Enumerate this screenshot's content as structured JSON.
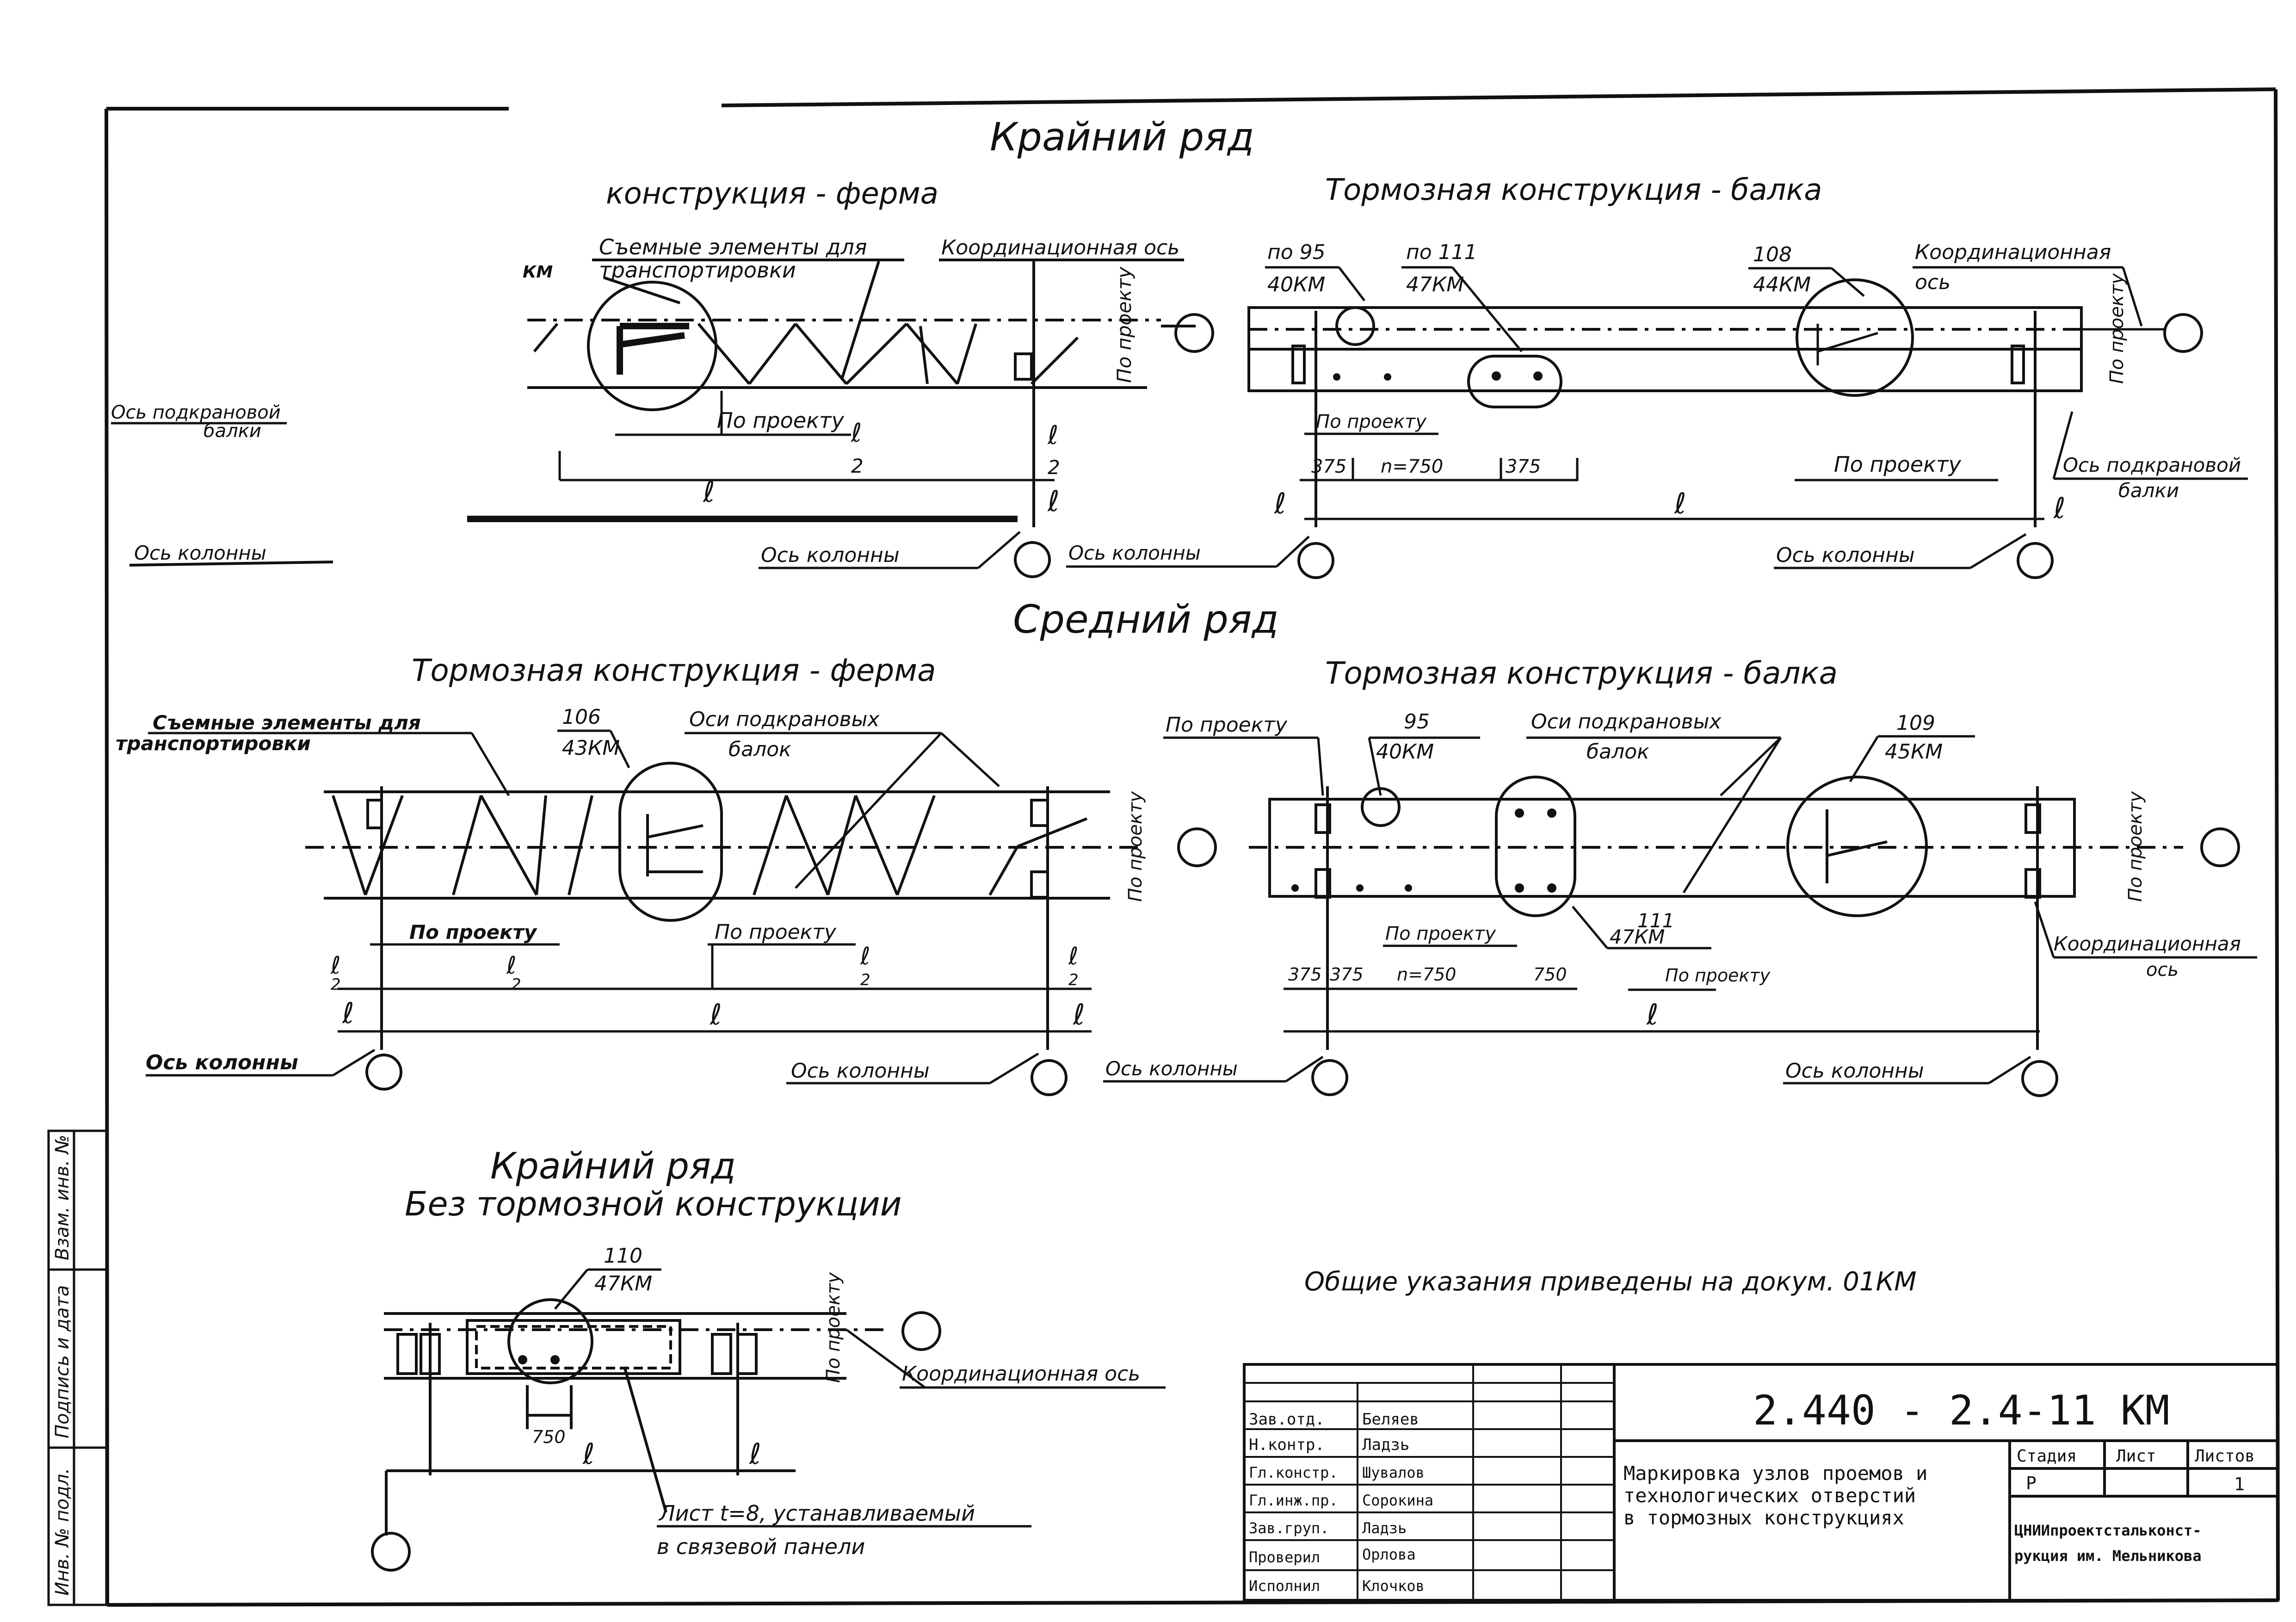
{
  "headings": {
    "outer_row": "Крайний ряд",
    "middle_row": "Средний ряд",
    "outer_row_2": "Крайний ряд",
    "no_brake": "Без тормозной конструкции"
  },
  "panels": {
    "top_left": {
      "title": "конструкция - ферма",
      "removable": "Съемные элементы для",
      "removable_2": "транспортировки",
      "coord_axis": "Координационная ось",
      "km": "КМ",
      "po_proektu_vert": "По проекту",
      "po_proektu": "По проекту",
      "l": "ℓ",
      "l_half_num": "ℓ",
      "l_half_den": "2",
      "crane_axis": "Ось подкрановой",
      "crane_axis_2": "балки",
      "column_axis_left": "Ось колонны",
      "column_axis": "Ось колонны"
    },
    "top_right": {
      "title": "Тормозная конструкция - балка",
      "mark_95_num": "по 95",
      "mark_95_den": "40КМ",
      "mark_111_num": "по 111",
      "mark_111_den": "47КМ",
      "mark_108_num": "108",
      "mark_108_den": "44КМ",
      "coord_axis": "Координационная",
      "coord_axis_2": "ось",
      "po_proektu_vert": "По проекту",
      "po_proektu_1": "По проекту",
      "po_proektu_2": "По проекту",
      "dim_375a": "375",
      "dim_n750": "n=750",
      "dim_375b": "375",
      "crane_axis": "Ось подкрановой",
      "crane_axis_2": "балки",
      "l": "ℓ",
      "column_axis": "Ось колонны"
    },
    "mid_left": {
      "title": "Тормозная конструкция - ферма",
      "removable": "Съемные элементы для",
      "removable_2": "транспортировки",
      "mark_106_num": "106",
      "mark_106_den": "43КМ",
      "crane_axes": "Оси подкрановых",
      "crane_axes_2": "балок",
      "po_proektu_vert": "По проекту",
      "po_proektu_1": "По проекту",
      "po_proektu_2": "По проекту",
      "l": "ℓ",
      "l_half_den": "2",
      "column_axis": "Ось колонны"
    },
    "mid_right": {
      "title": "Тормозная конструкция - балка",
      "po_proektu_top": "По проекту",
      "mark_95_num": "95",
      "mark_95_den": "40КМ",
      "crane_axes": "Оси подкрановых",
      "crane_axes_2": "балок",
      "mark_109_num": "109",
      "mark_109_den": "45КМ",
      "po_proektu_vert": "По проекту",
      "po_proektu_1": "По проекту",
      "mark_111_num": "111",
      "mark_111_den": "47КМ",
      "po_proektu_2": "По проекту",
      "dim_375a": "375",
      "dim_375b": "375",
      "dim_n750": "n=750",
      "dim_750": "750",
      "coord_axis": "Координационная",
      "coord_axis_2": "ось",
      "l": "ℓ",
      "column_axis": "Ось колонны"
    },
    "bottom": {
      "mark_110_num": "110",
      "mark_110_den": "47КМ",
      "po_proektu_vert": "По проекту",
      "coord_axis": "Координационная ось",
      "dim_750": "750",
      "l": "ℓ",
      "sheet_note": "Лист t=8, устанавливаемый",
      "sheet_note_2": "в связевой панели"
    }
  },
  "general_note": "Общие указания приведены на докум. 01КМ",
  "side_stamp": [
    "Инв. № подл.",
    "Подпись и дата",
    "Взам. инв. №"
  ],
  "title_block": {
    "code": "2.440 - 2.4-11 КМ",
    "description": [
      "Маркировка узлов проемов и",
      "технологических отверстий",
      "в тормозных конструкциях"
    ],
    "roles": [
      {
        "role": "Зав.отд.",
        "name": "Беляев"
      },
      {
        "role": "Н.контр.",
        "name": "Ладзь"
      },
      {
        "role": "Гл.констр.",
        "name": "Шувалов"
      },
      {
        "role": "Гл.инж.пр.",
        "name": "Сорокина"
      },
      {
        "role": "Зав.груп.",
        "name": "Ладзь"
      },
      {
        "role": "Проверил",
        "name": "Орлова"
      },
      {
        "role": "Исполнил",
        "name": "Клочков"
      }
    ],
    "stage_label": "Стадия",
    "sheet_label": "Лист",
    "sheets_label": "Листов",
    "stage": "Р",
    "sheets": "1",
    "org": [
      "ЦНИИпроектстальконст-",
      "рукция им. Мельникова"
    ]
  }
}
